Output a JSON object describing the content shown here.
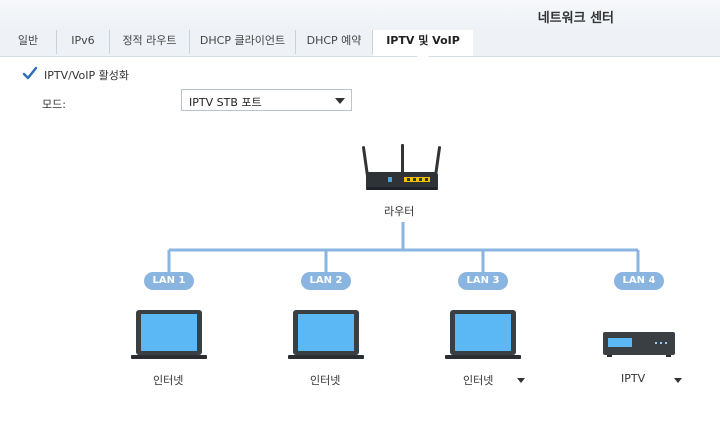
{
  "window": {
    "title": "네트워크 센터"
  },
  "tabs": [
    {
      "label": "일반"
    },
    {
      "label": "IPv6"
    },
    {
      "label": "정적 라우트"
    },
    {
      "label": "DHCP 클라이언트"
    },
    {
      "label": "DHCP 예약"
    },
    {
      "label": "IPTV 및 VoIP",
      "active": true
    }
  ],
  "settings": {
    "enable_label": "IPTV/VoIP 활성화",
    "enable_checked": true,
    "mode_label": "모드:",
    "mode_value": "IPTV STB 포트"
  },
  "diagram": {
    "router_label": "라우터",
    "link_color": "#8ab5e0",
    "ports": [
      {
        "lan": "LAN 1",
        "device_label": "인터넷",
        "device": "laptop-icon",
        "has_dropdown": false
      },
      {
        "lan": "LAN 2",
        "device_label": "인터넷",
        "device": "laptop-icon",
        "has_dropdown": false
      },
      {
        "lan": "LAN 3",
        "device_label": "인터넷",
        "device": "laptop-icon",
        "has_dropdown": true
      },
      {
        "lan": "LAN 4",
        "device_label": "IPTV",
        "device": "settop-box-icon",
        "has_dropdown": true
      }
    ]
  }
}
